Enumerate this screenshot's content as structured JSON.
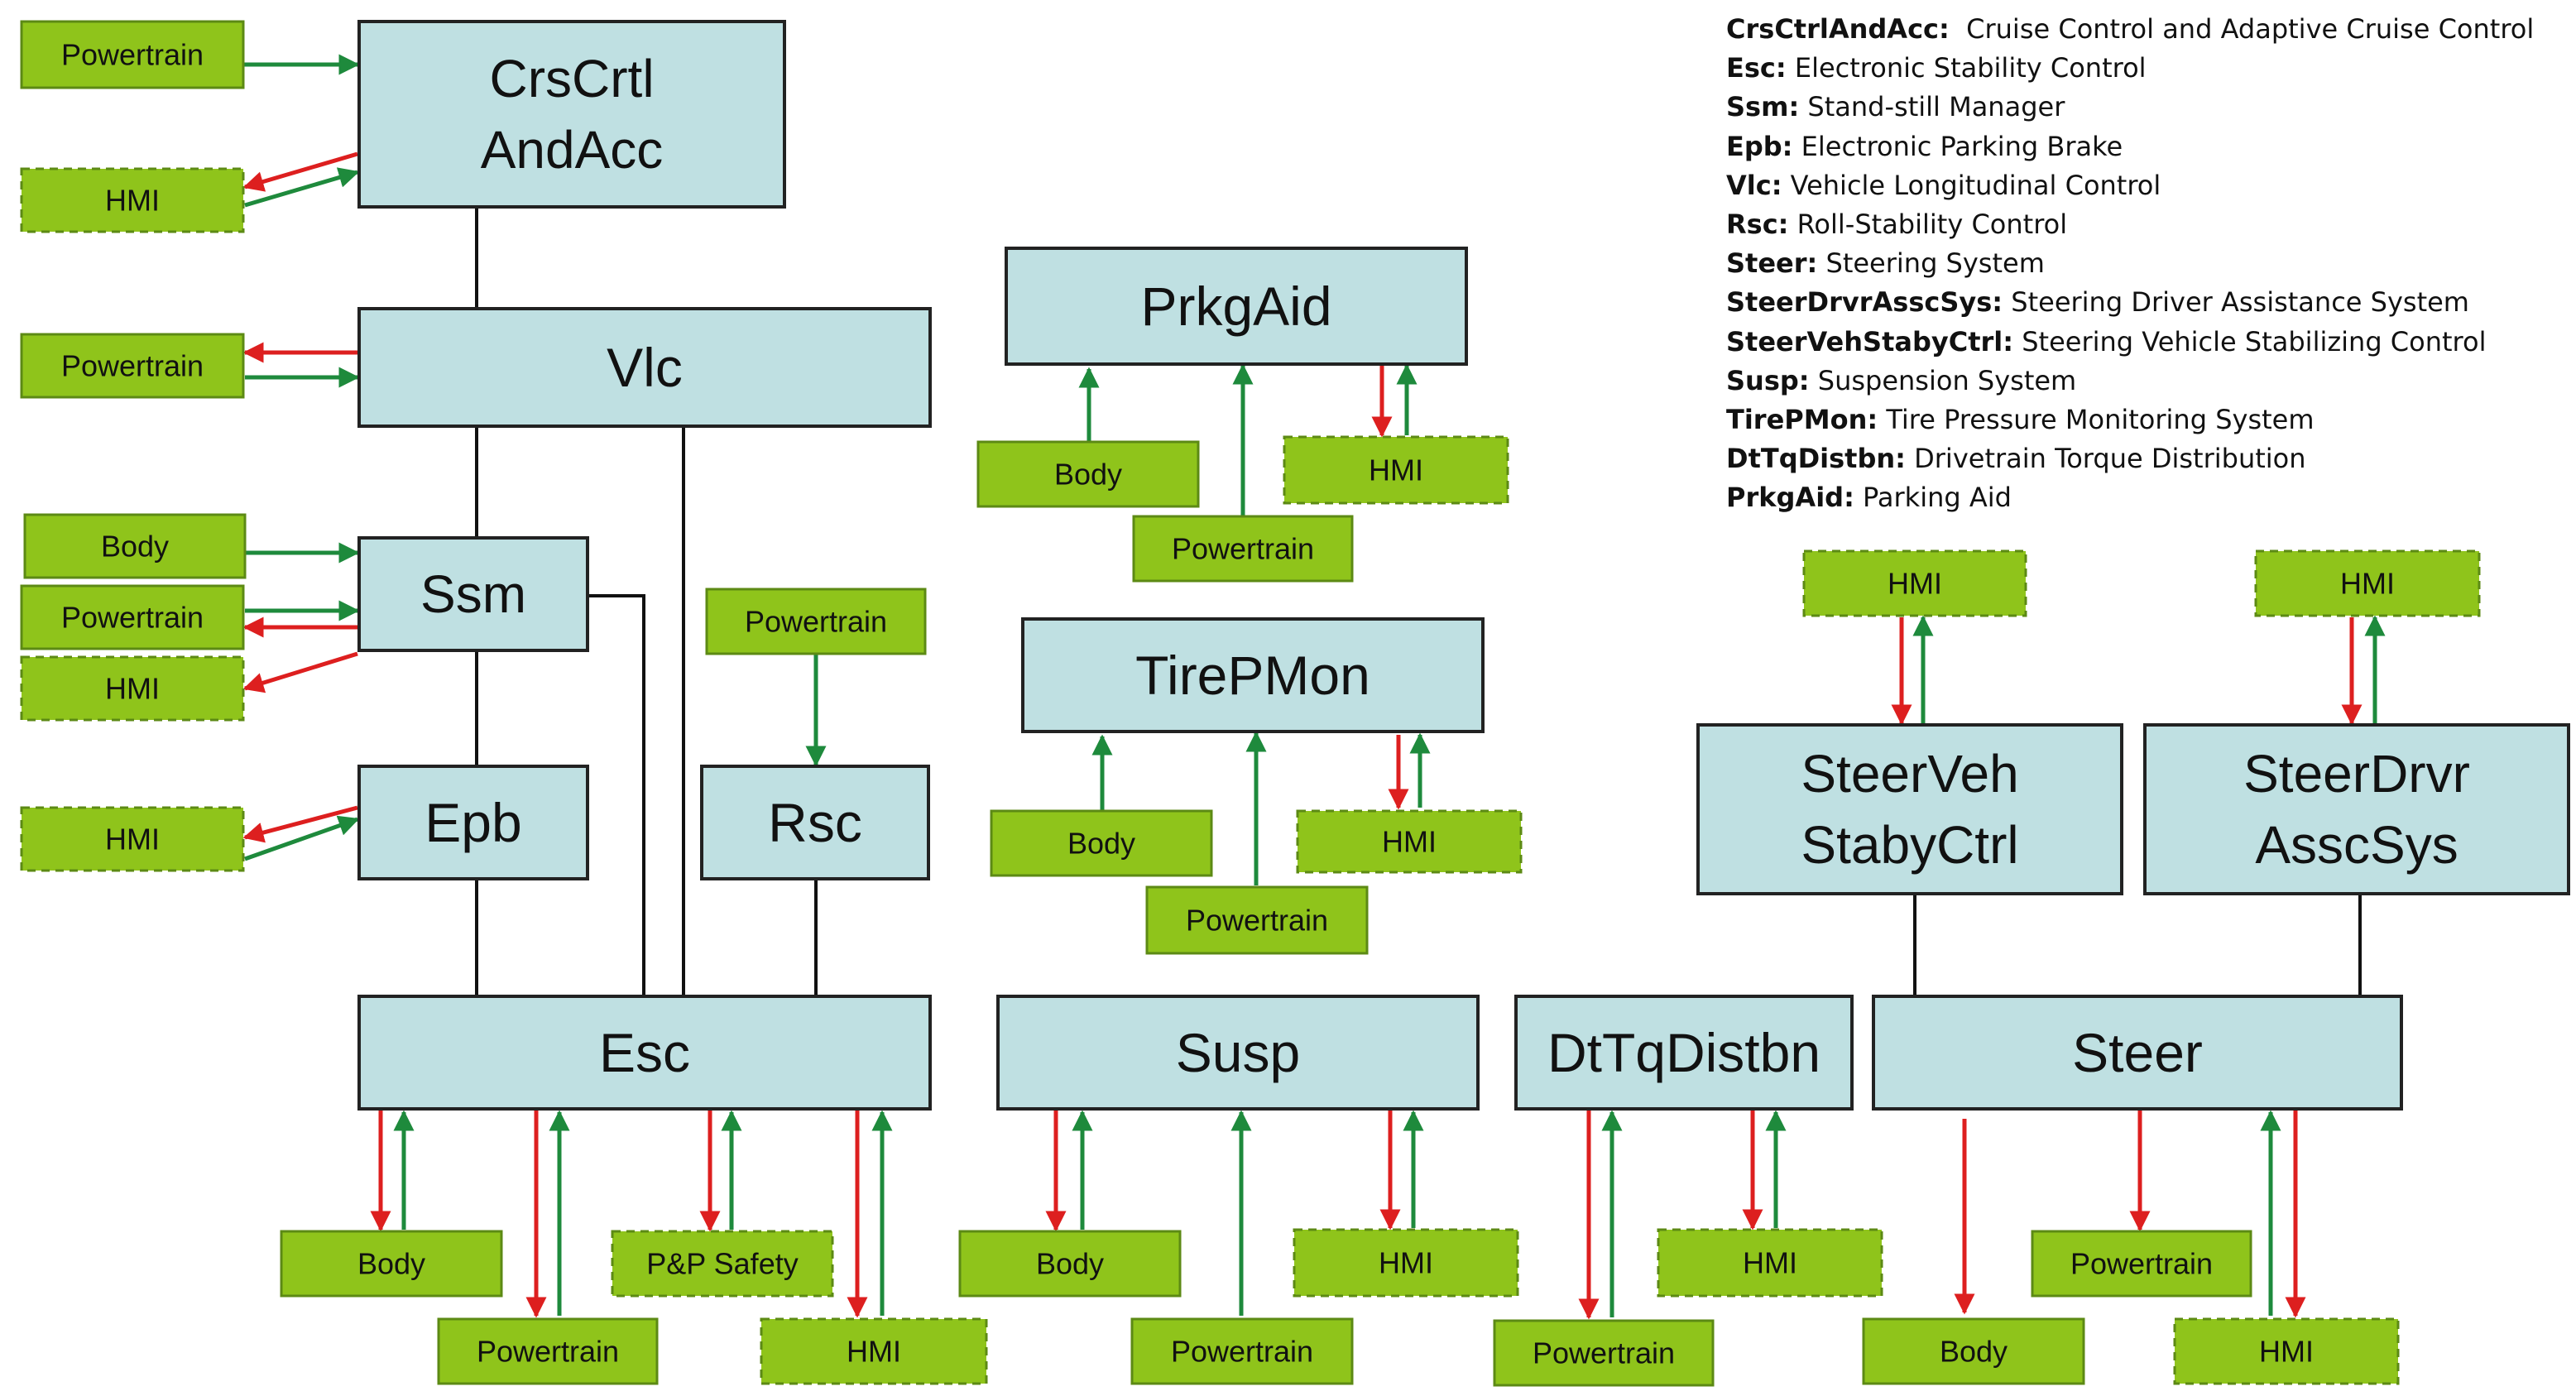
{
  "colors": {
    "module_fill": "#bfe0e2",
    "module_stroke": "#222222",
    "signal_fill": "#8fc41b",
    "signal_stroke": "#5c8a14",
    "send_arrow": "#1e8a3c",
    "receive_arrow": "#dd1f1f",
    "link": "#111111"
  },
  "icons": {
    "solid_box": "solid-signal-box",
    "dashed_box": "dashed-signal-box",
    "arrowhead": "triangle-arrowhead"
  },
  "legend": [
    {
      "abbr": "CrsCtrlAndAcc:",
      "desc": "  Cruise Control and Adaptive Cruise Control"
    },
    {
      "abbr": "Esc:",
      "desc": " Electronic Stability Control"
    },
    {
      "abbr": "Ssm:",
      "desc": " Stand-still Manager"
    },
    {
      "abbr": "Epb:",
      "desc": " Electronic Parking Brake"
    },
    {
      "abbr": "Vlc:",
      "desc": " Vehicle Longitudinal Control"
    },
    {
      "abbr": "Rsc:",
      "desc": " Roll-Stability Control"
    },
    {
      "abbr": "Steer:",
      "desc": " Steering System"
    },
    {
      "abbr": "SteerDrvrAsscSys:",
      "desc": " Steering Driver Assistance System"
    },
    {
      "abbr": "SteerVehStabyCtrl:",
      "desc": " Steering Vehicle Stabilizing Control"
    },
    {
      "abbr": "Susp:",
      "desc": " Suspension System"
    },
    {
      "abbr": "TirePMon:",
      "desc": " Tire Pressure Monitoring System"
    },
    {
      "abbr": "DtTqDistbn:",
      "desc": " Drivetrain Torque Distribution"
    },
    {
      "abbr": "PrkgAid:",
      "desc": " Parking Aid"
    }
  ],
  "modules": {
    "crsctrl": [
      "CrsCrtl",
      "AndAcc"
    ],
    "vlc": [
      "Vlc"
    ],
    "ssm": [
      "Ssm"
    ],
    "epb": [
      "Epb"
    ],
    "rsc": [
      "Rsc"
    ],
    "esc": [
      "Esc"
    ],
    "prkgaid": [
      "PrkgAid"
    ],
    "tirepmon": [
      "TirePMon"
    ],
    "susp": [
      "Susp"
    ],
    "dttq": [
      "DtTqDistbn"
    ],
    "steer": [
      "Steer"
    ],
    "steerveh": [
      "SteerVeh",
      "StabyCtrl"
    ],
    "steerdrvr": [
      "SteerDrvr",
      "AsscSys"
    ]
  },
  "signals": {
    "powertrain": "Powertrain",
    "hmi": "HMI",
    "body": "Body",
    "pp_safety": "P&P Safety"
  }
}
